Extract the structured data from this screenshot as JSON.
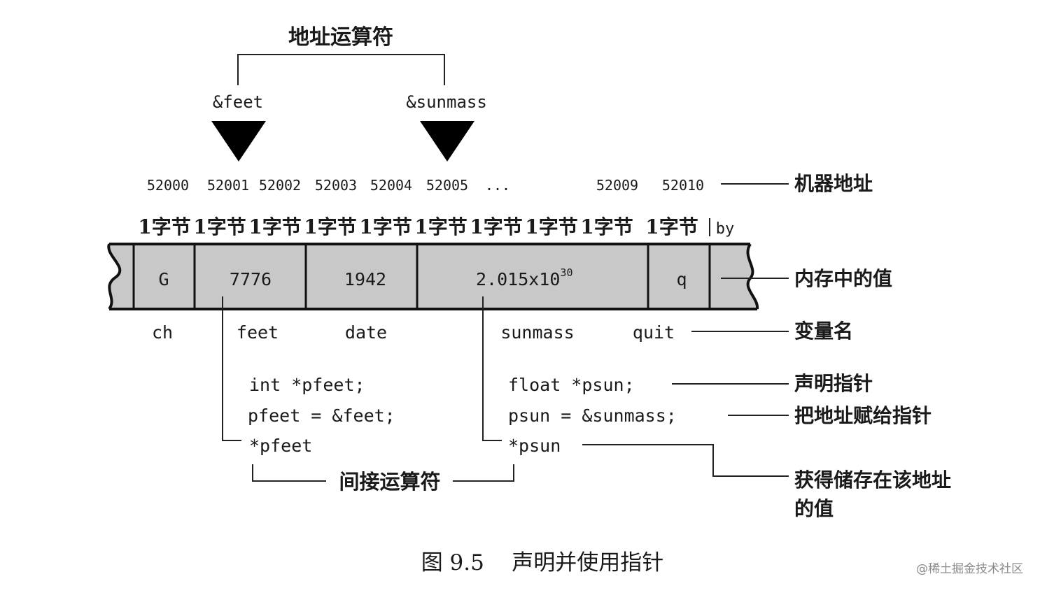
{
  "operator_top": "地址运算符",
  "address_operands": [
    "&feet",
    "&sunmass"
  ],
  "addresses": [
    "52000",
    "52001",
    "52002",
    "52003",
    "52004",
    "52005",
    "...",
    "52009",
    "52010"
  ],
  "byte_labels": [
    "1字节",
    "1字节",
    "1字节",
    "1字节",
    "1字节",
    "1字节",
    "1字节",
    "1字节",
    "1字节",
    "1字节",
    "by"
  ],
  "memory_values": {
    "ch": "G",
    "feet": "7776",
    "date": "1942",
    "sunmass_base": "2.015x10",
    "sunmass_exp": "30",
    "quit": "q"
  },
  "var_names": [
    "ch",
    "feet",
    "date",
    "sunmass",
    "quit"
  ],
  "code_left": [
    "int *pfeet;",
    "pfeet = &feet;",
    "*pfeet"
  ],
  "code_right": [
    "float *psun;",
    "psun = &sunmass;",
    "*psun"
  ],
  "indirect_operator": "间接运算符",
  "side_labels": {
    "machine_address": "机器地址",
    "memory_value": "内存中的值",
    "variable_name": "变量名",
    "declare_pointer": "声明指针",
    "assign_address": "把地址赋给指针",
    "get_value_line1": "获得储存在该地址",
    "get_value_line2": "的值"
  },
  "caption": "图 9.5    声明并使用指针",
  "watermark": "@稀土掘金技术社区",
  "colors": {
    "ink": "#1a1a1a",
    "memory_fill": "#c8c8c8",
    "line": "#222222",
    "watermark": "#8a8a8a"
  }
}
